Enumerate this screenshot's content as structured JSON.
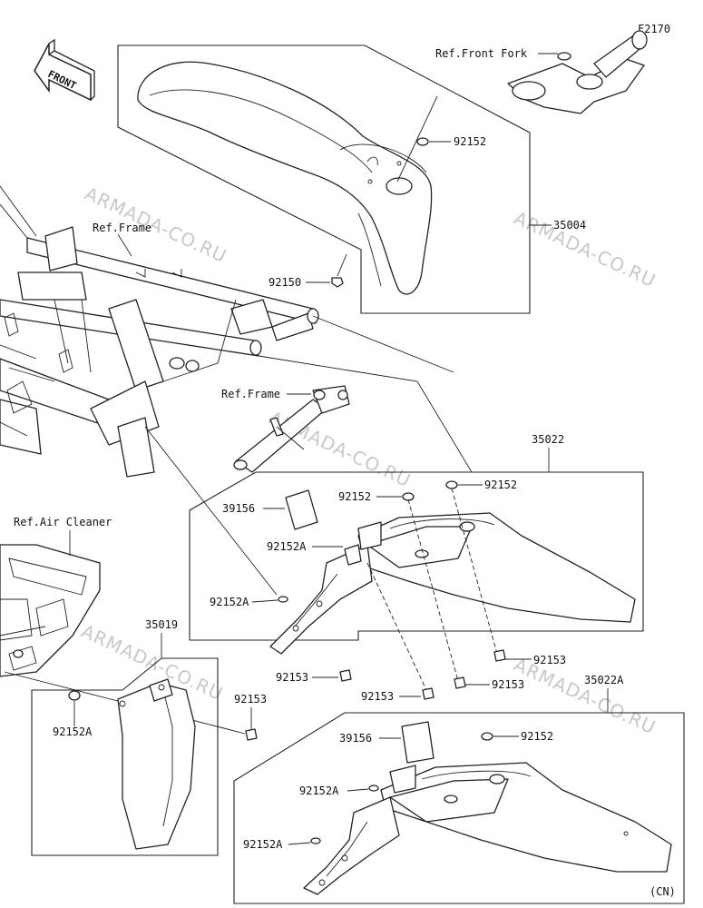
{
  "figure_code": "F2170",
  "front_arrow": "FRONT",
  "corner_note": "(CN)",
  "watermark": "ARMADA-CO.RU",
  "refs": {
    "front_fork": "Ref.Front Fork",
    "frame_1": "Ref.Frame",
    "frame_2": "Ref.Frame",
    "air_cleaner": "Ref.Air Cleaner"
  },
  "parts": {
    "p35004": "35004",
    "p92152_a": "92152",
    "p92150": "92150",
    "p35022": "35022",
    "p92152_b": "92152",
    "p92152_c": "92152",
    "p39156_a": "39156",
    "p92152A_a": "92152A",
    "p92152A_b": "92152A",
    "p92153_a": "92153",
    "p92153_b": "92153",
    "p92153_c": "92153",
    "p92153_d": "92153",
    "p35019": "35019",
    "p92152A_c": "92152A",
    "p92153_e": "92153",
    "p35022A": "35022A",
    "p39156_b": "39156",
    "p92152_d": "92152",
    "p92152A_d": "92152A",
    "p92152A_e": "92152A"
  }
}
